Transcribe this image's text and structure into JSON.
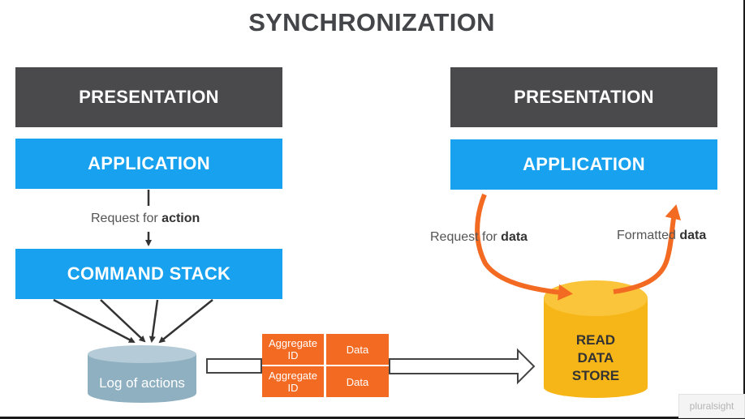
{
  "title": "SYNCHRONIZATION",
  "left": {
    "presentation": "PRESENTATION",
    "application": "APPLICATION",
    "request_label": "Request for",
    "request_bold": "action",
    "command_stack": "COMMAND STACK",
    "log_label": "Log of actions"
  },
  "table": {
    "rows": [
      {
        "key": "Aggregate ID",
        "value": "Data"
      },
      {
        "key": "Aggregate ID",
        "value": "Data"
      }
    ]
  },
  "right": {
    "presentation": "PRESENTATION",
    "application": "APPLICATION",
    "request_label": "Request for",
    "request_bold": "data",
    "formatted_label": "Formatted",
    "formatted_bold": "data",
    "store_lines": [
      "READ",
      "DATA",
      "STORE"
    ]
  },
  "watermark": "pluralsight",
  "colors": {
    "dark_box": "#4a4a4c",
    "blue_box": "#17a1ef",
    "orange": "#f36a22",
    "store_yellow": "#f7b617",
    "log_cylinder": "#8eb0c1"
  }
}
